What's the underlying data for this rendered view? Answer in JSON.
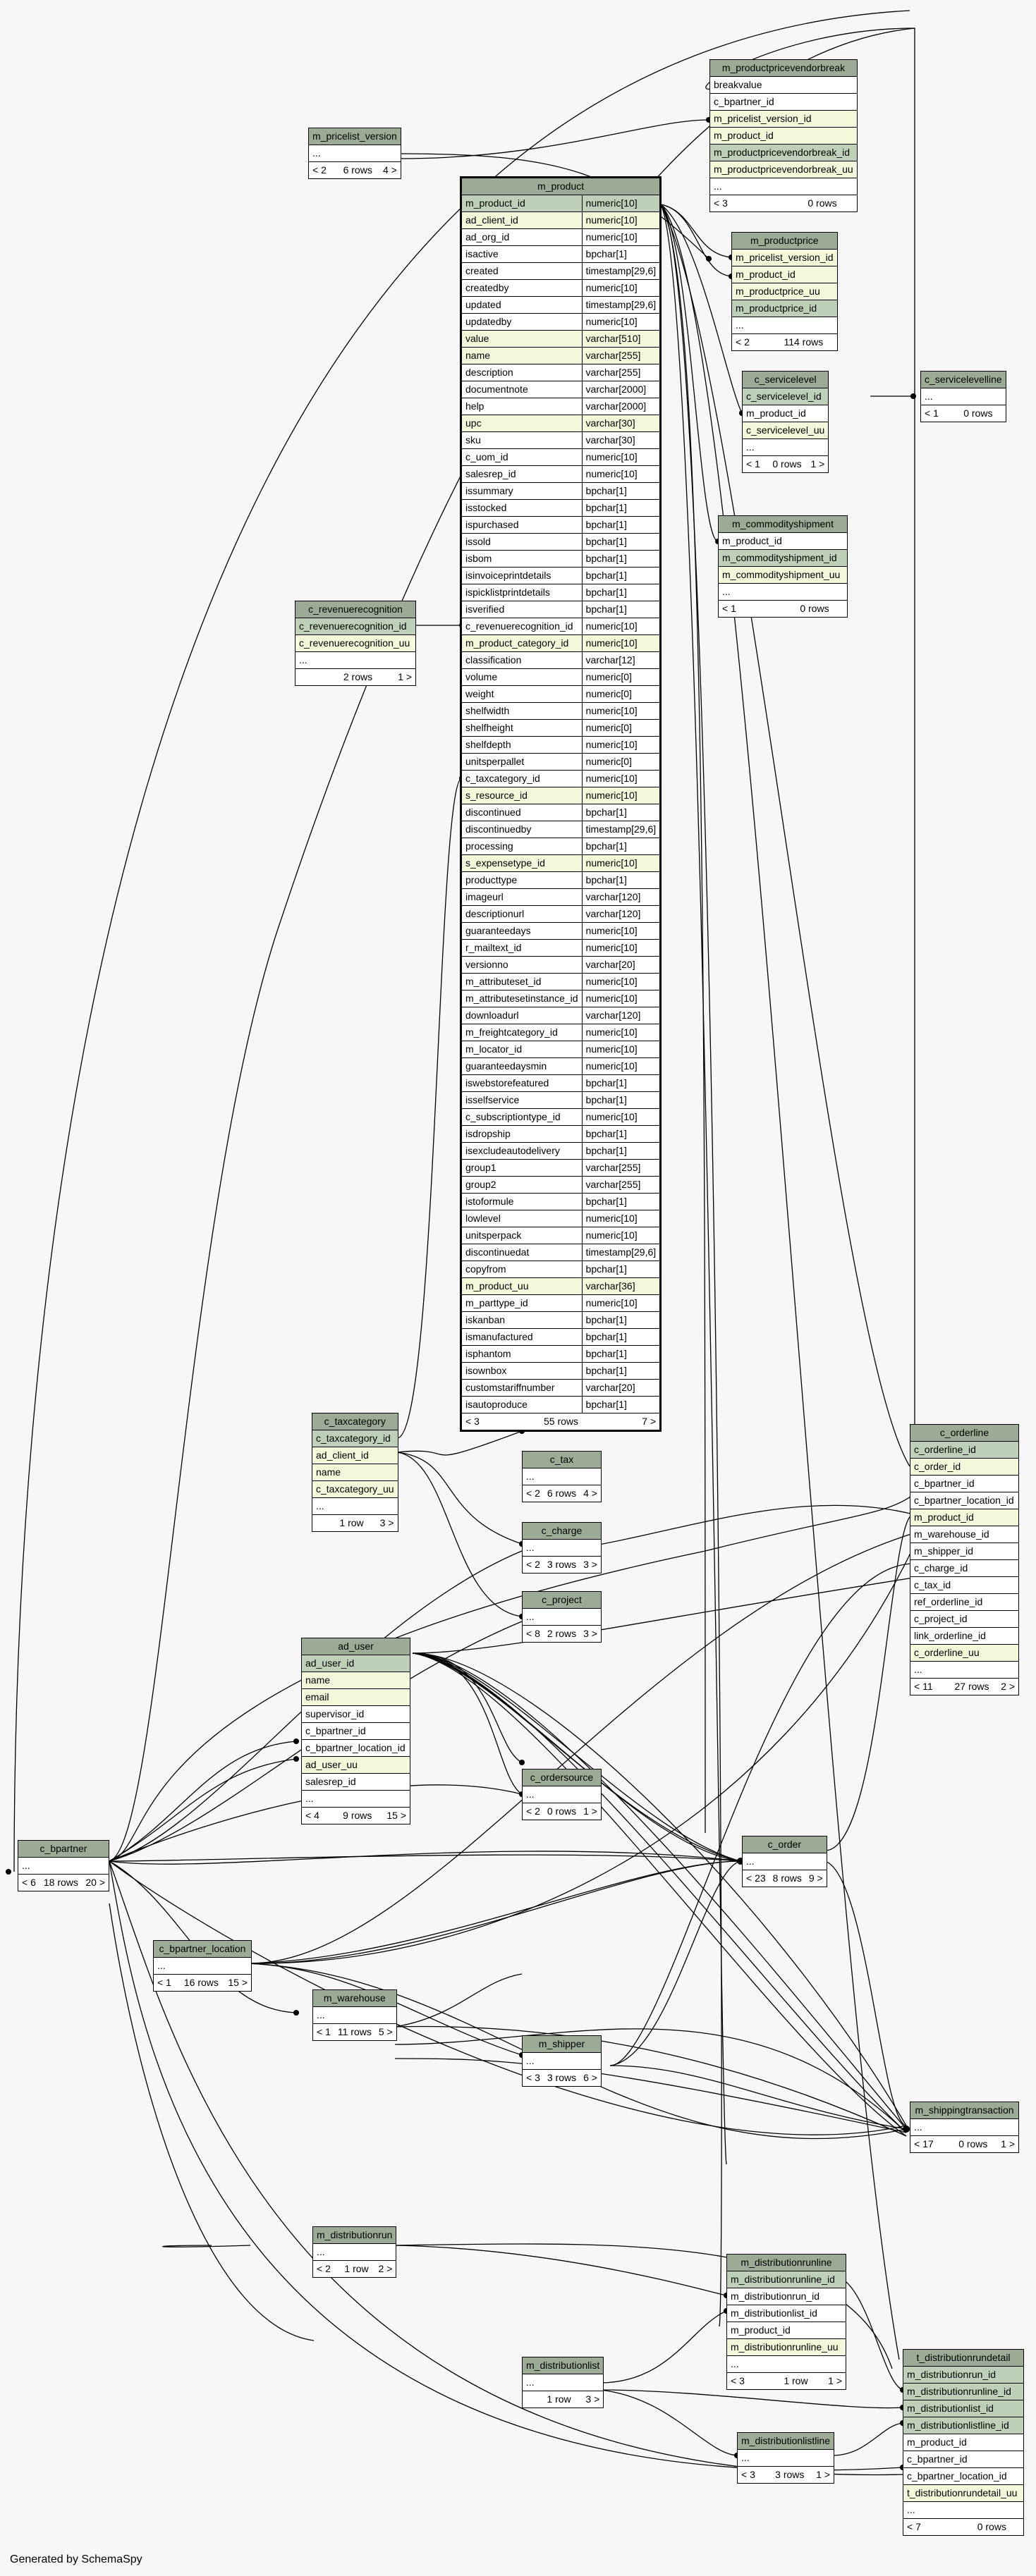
{
  "footer": "Generated by SchemaSpy",
  "tables": [
    {
      "id": "m_productpricevendorbreak",
      "columns": [
        [
          "breakvalue",
          ""
        ],
        [
          "c_bpartner_id",
          ""
        ],
        [
          "m_pricelist_version_id",
          "idx"
        ],
        [
          "m_product_id",
          "idx"
        ],
        [
          "m_productpricevendorbreak_id",
          "pk"
        ],
        [
          "m_productpricevendorbreak_uu",
          "idx"
        ]
      ],
      "more": true,
      "footer": [
        "< 3",
        "0 rows",
        ""
      ]
    },
    {
      "id": "m_pricelist_version",
      "columns": [],
      "more": true,
      "footer": [
        "< 2",
        "6 rows",
        "4 >"
      ]
    },
    {
      "id": "m_productprice",
      "columns": [
        [
          "m_pricelist_version_id",
          "idx"
        ],
        [
          "m_product_id",
          "idx"
        ],
        [
          "m_productprice_uu",
          "idx"
        ],
        [
          "m_productprice_id",
          "pk"
        ]
      ],
      "more": true,
      "footer": [
        "< 2",
        "114 rows",
        ""
      ]
    },
    {
      "id": "c_servicelevel",
      "columns": [
        [
          "c_servicelevel_id",
          "pk"
        ],
        [
          "m_product_id",
          ""
        ],
        [
          "c_servicelevel_uu",
          "idx"
        ]
      ],
      "more": true,
      "footer": [
        "< 1",
        "0 rows",
        "1 >"
      ]
    },
    {
      "id": "c_servicelevelline",
      "columns": [],
      "more": true,
      "footer": [
        "< 1",
        "0 rows",
        ""
      ]
    },
    {
      "id": "m_commodityshipment",
      "columns": [
        [
          "m_product_id",
          ""
        ],
        [
          "m_commodityshipment_id",
          "pk"
        ],
        [
          "m_commodityshipment_uu",
          "idx"
        ]
      ],
      "more": true,
      "footer": [
        "< 1",
        "0 rows",
        ""
      ]
    },
    {
      "id": "c_revenuerecognition",
      "columns": [
        [
          "c_revenuerecognition_id",
          "pk"
        ],
        [
          "c_revenuerecognition_uu",
          "idx"
        ]
      ],
      "more": true,
      "footer": [
        "",
        "2 rows",
        "1 >"
      ]
    },
    {
      "id": "c_taxcategory",
      "columns": [
        [
          "c_taxcategory_id",
          "pk"
        ],
        [
          "ad_client_id",
          "idx"
        ],
        [
          "name",
          "idx"
        ],
        [
          "c_taxcategory_uu",
          "idx"
        ]
      ],
      "more": true,
      "footer": [
        "",
        "1 row",
        "3 >"
      ]
    },
    {
      "id": "c_tax",
      "columns": [],
      "more": true,
      "footer": [
        "< 2",
        "6 rows",
        "4 >"
      ]
    },
    {
      "id": "c_charge",
      "columns": [],
      "more": true,
      "footer": [
        "< 2",
        "3 rows",
        "3 >"
      ]
    },
    {
      "id": "c_project",
      "columns": [],
      "more": true,
      "footer": [
        "< 8",
        "2 rows",
        "3 >"
      ]
    },
    {
      "id": "ad_user",
      "columns": [
        [
          "ad_user_id",
          "pk"
        ],
        [
          "name",
          "idx"
        ],
        [
          "email",
          "idx"
        ],
        [
          "supervisor_id",
          ""
        ],
        [
          "c_bpartner_id",
          ""
        ],
        [
          "c_bpartner_location_id",
          ""
        ],
        [
          "ad_user_uu",
          "idx"
        ],
        [
          "salesrep_id",
          ""
        ]
      ],
      "more": true,
      "footer": [
        "< 4",
        "9 rows",
        "15 >"
      ]
    },
    {
      "id": "c_ordersource",
      "columns": [],
      "more": true,
      "footer": [
        "< 2",
        "0 rows",
        "1 >"
      ]
    },
    {
      "id": "c_order",
      "columns": [],
      "more": true,
      "footer": [
        "< 23",
        "8 rows",
        "9 >"
      ]
    },
    {
      "id": "c_orderline",
      "columns": [
        [
          "c_orderline_id",
          "pk"
        ],
        [
          "c_order_id",
          "idx"
        ],
        [
          "c_bpartner_id",
          ""
        ],
        [
          "c_bpartner_location_id",
          ""
        ],
        [
          "m_product_id",
          "idx"
        ],
        [
          "m_warehouse_id",
          ""
        ],
        [
          "m_shipper_id",
          ""
        ],
        [
          "c_charge_id",
          ""
        ],
        [
          "c_tax_id",
          ""
        ],
        [
          "ref_orderline_id",
          ""
        ],
        [
          "c_project_id",
          ""
        ],
        [
          "link_orderline_id",
          ""
        ],
        [
          "c_orderline_uu",
          "idx"
        ]
      ],
      "more": true,
      "footer": [
        "< 11",
        "27 rows",
        "2 >"
      ]
    },
    {
      "id": "c_bpartner",
      "columns": [],
      "more": true,
      "footer": [
        "< 6",
        "18 rows",
        "20 >"
      ]
    },
    {
      "id": "c_bpartner_location",
      "columns": [],
      "more": true,
      "footer": [
        "< 1",
        "16 rows",
        "15 >"
      ]
    },
    {
      "id": "m_warehouse",
      "columns": [],
      "more": true,
      "footer": [
        "< 1",
        "11 rows",
        "5 >"
      ]
    },
    {
      "id": "m_shipper",
      "columns": [],
      "more": true,
      "footer": [
        "< 3",
        "3 rows",
        "6 >"
      ]
    },
    {
      "id": "m_shippingtransaction",
      "columns": [],
      "more": true,
      "footer": [
        "< 17",
        "0 rows",
        "1 >"
      ]
    },
    {
      "id": "m_distributionrun",
      "columns": [],
      "more": true,
      "footer": [
        "< 2",
        "1 row",
        "2 >"
      ]
    },
    {
      "id": "m_distributionrunline",
      "columns": [
        [
          "m_distributionrunline_id",
          "pk"
        ],
        [
          "m_distributionrun_id",
          ""
        ],
        [
          "m_distributionlist_id",
          ""
        ],
        [
          "m_product_id",
          ""
        ],
        [
          "m_distributionrunline_uu",
          "idx"
        ]
      ],
      "more": true,
      "footer": [
        "< 3",
        "1 row",
        "1 >"
      ]
    },
    {
      "id": "m_distributionlist",
      "columns": [],
      "more": true,
      "footer": [
        "",
        "1 row",
        "3 >"
      ]
    },
    {
      "id": "m_distributionlistline",
      "columns": [],
      "more": true,
      "footer": [
        "< 3",
        "3 rows",
        "1 >"
      ]
    },
    {
      "id": "t_distributionrundetail",
      "columns": [
        [
          "m_distributionrun_id",
          "pk"
        ],
        [
          "m_distributionrunline_id",
          "pk"
        ],
        [
          "m_distributionlist_id",
          "pk"
        ],
        [
          "m_distributionlistline_id",
          "pk"
        ],
        [
          "m_product_id",
          ""
        ],
        [
          "c_bpartner_id",
          ""
        ],
        [
          "c_bpartner_location_id",
          ""
        ],
        [
          "t_distributionrundetail_uu",
          "idx"
        ]
      ],
      "more": true,
      "footer": [
        "< 7",
        "0 rows",
        ""
      ]
    }
  ],
  "m_product": {
    "name": "m_product",
    "columns": [
      [
        "m_product_id",
        "numeric[10]",
        "pk"
      ],
      [
        "ad_client_id",
        "numeric[10]",
        "idx"
      ],
      [
        "ad_org_id",
        "numeric[10]",
        ""
      ],
      [
        "isactive",
        "bpchar[1]",
        ""
      ],
      [
        "created",
        "timestamp[29,6]",
        ""
      ],
      [
        "createdby",
        "numeric[10]",
        ""
      ],
      [
        "updated",
        "timestamp[29,6]",
        ""
      ],
      [
        "updatedby",
        "numeric[10]",
        ""
      ],
      [
        "value",
        "varchar[510]",
        "idx"
      ],
      [
        "name",
        "varchar[255]",
        "idx"
      ],
      [
        "description",
        "varchar[255]",
        ""
      ],
      [
        "documentnote",
        "varchar[2000]",
        ""
      ],
      [
        "help",
        "varchar[2000]",
        ""
      ],
      [
        "upc",
        "varchar[30]",
        "idx"
      ],
      [
        "sku",
        "varchar[30]",
        ""
      ],
      [
        "c_uom_id",
        "numeric[10]",
        ""
      ],
      [
        "salesrep_id",
        "numeric[10]",
        ""
      ],
      [
        "issummary",
        "bpchar[1]",
        ""
      ],
      [
        "isstocked",
        "bpchar[1]",
        ""
      ],
      [
        "ispurchased",
        "bpchar[1]",
        ""
      ],
      [
        "issold",
        "bpchar[1]",
        ""
      ],
      [
        "isbom",
        "bpchar[1]",
        ""
      ],
      [
        "isinvoiceprintdetails",
        "bpchar[1]",
        ""
      ],
      [
        "ispicklistprintdetails",
        "bpchar[1]",
        ""
      ],
      [
        "isverified",
        "bpchar[1]",
        ""
      ],
      [
        "c_revenuerecognition_id",
        "numeric[10]",
        ""
      ],
      [
        "m_product_category_id",
        "numeric[10]",
        "idx"
      ],
      [
        "classification",
        "varchar[12]",
        ""
      ],
      [
        "volume",
        "numeric[0]",
        ""
      ],
      [
        "weight",
        "numeric[0]",
        ""
      ],
      [
        "shelfwidth",
        "numeric[10]",
        ""
      ],
      [
        "shelfheight",
        "numeric[0]",
        ""
      ],
      [
        "shelfdepth",
        "numeric[10]",
        ""
      ],
      [
        "unitsperpallet",
        "numeric[0]",
        ""
      ],
      [
        "c_taxcategory_id",
        "numeric[10]",
        ""
      ],
      [
        "s_resource_id",
        "numeric[10]",
        "idx"
      ],
      [
        "discontinued",
        "bpchar[1]",
        ""
      ],
      [
        "discontinuedby",
        "timestamp[29,6]",
        ""
      ],
      [
        "processing",
        "bpchar[1]",
        ""
      ],
      [
        "s_expensetype_id",
        "numeric[10]",
        "idx"
      ],
      [
        "producttype",
        "bpchar[1]",
        ""
      ],
      [
        "imageurl",
        "varchar[120]",
        ""
      ],
      [
        "descriptionurl",
        "varchar[120]",
        ""
      ],
      [
        "guaranteedays",
        "numeric[10]",
        ""
      ],
      [
        "r_mailtext_id",
        "numeric[10]",
        ""
      ],
      [
        "versionno",
        "varchar[20]",
        ""
      ],
      [
        "m_attributeset_id",
        "numeric[10]",
        ""
      ],
      [
        "m_attributesetinstance_id",
        "numeric[10]",
        ""
      ],
      [
        "downloadurl",
        "varchar[120]",
        ""
      ],
      [
        "m_freightcategory_id",
        "numeric[10]",
        ""
      ],
      [
        "m_locator_id",
        "numeric[10]",
        ""
      ],
      [
        "guaranteedaysmin",
        "numeric[10]",
        ""
      ],
      [
        "iswebstorefeatured",
        "bpchar[1]",
        ""
      ],
      [
        "isselfservice",
        "bpchar[1]",
        ""
      ],
      [
        "c_subscriptiontype_id",
        "numeric[10]",
        ""
      ],
      [
        "isdropship",
        "bpchar[1]",
        ""
      ],
      [
        "isexcludeautodelivery",
        "bpchar[1]",
        ""
      ],
      [
        "group1",
        "varchar[255]",
        ""
      ],
      [
        "group2",
        "varchar[255]",
        ""
      ],
      [
        "istoformule",
        "bpchar[1]",
        ""
      ],
      [
        "lowlevel",
        "numeric[10]",
        ""
      ],
      [
        "unitsperpack",
        "numeric[10]",
        ""
      ],
      [
        "discontinuedat",
        "timestamp[29,6]",
        ""
      ],
      [
        "copyfrom",
        "bpchar[1]",
        ""
      ],
      [
        "m_product_uu",
        "varchar[36]",
        "idx"
      ],
      [
        "m_parttype_id",
        "numeric[10]",
        ""
      ],
      [
        "iskanban",
        "bpchar[1]",
        ""
      ],
      [
        "ismanufactured",
        "bpchar[1]",
        ""
      ],
      [
        "isphantom",
        "bpchar[1]",
        ""
      ],
      [
        "isownbox",
        "bpchar[1]",
        ""
      ],
      [
        "customstariffnumber",
        "varchar[20]",
        ""
      ],
      [
        "isautoproduce",
        "bpchar[1]",
        ""
      ]
    ],
    "footer": [
      "< 3",
      "55 rows",
      "7 >"
    ]
  }
}
